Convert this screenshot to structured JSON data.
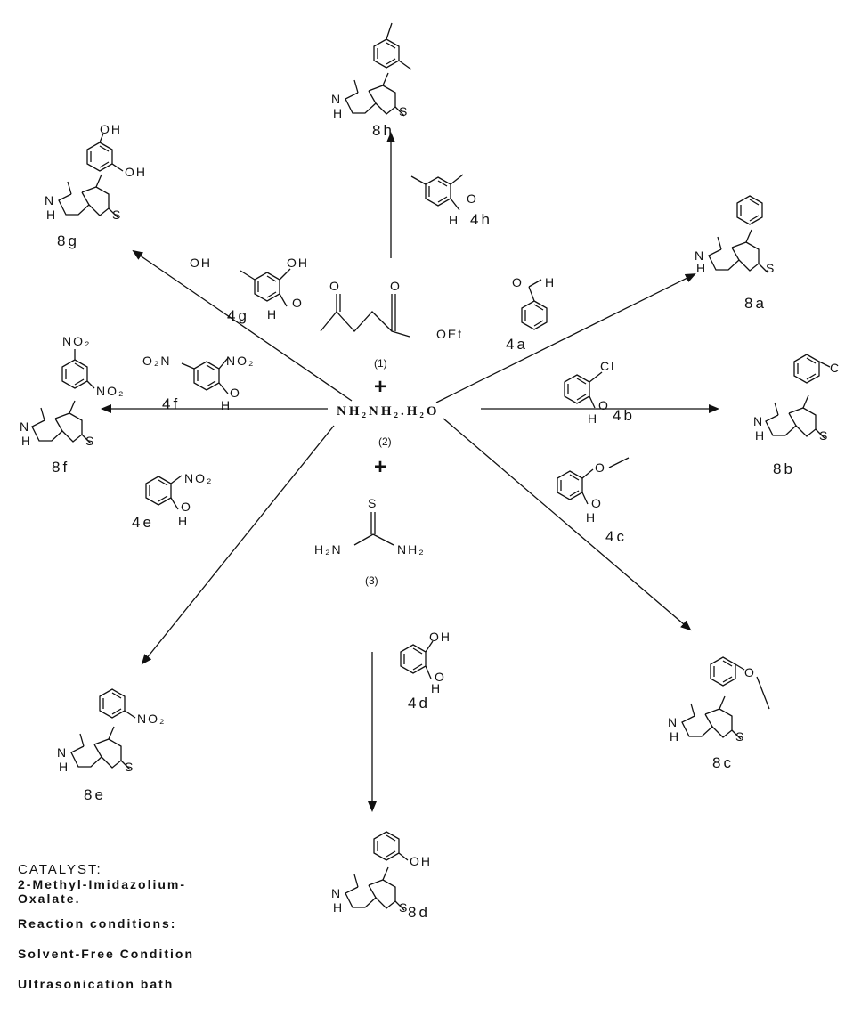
{
  "center": {
    "reagent1_label": "(1)",
    "plus1": "+",
    "hydrazine": "NH₂NH₂.H₂O",
    "reagent2_label": "(2)",
    "plus2": "+",
    "reagent3_label": "(3)",
    "ester_o": "O",
    "ester_o2": "O",
    "ester_oet": "OEt",
    "thiourea_s": "S",
    "thiourea_nh2_left": "H₂N",
    "thiourea_nh2_right": "NH₂"
  },
  "aldehydes": {
    "a": "4a",
    "b": "4b",
    "c": "4c",
    "d": "4d",
    "e": "4e",
    "f": "4f",
    "g": "4g",
    "h": "4h"
  },
  "products": {
    "a": "8a",
    "b": "8b",
    "c": "8c",
    "d": "8d",
    "e": "8e",
    "f": "8f",
    "g": "8g",
    "h": "8h"
  },
  "substituents": {
    "cl": "Cl",
    "methoxy_o": "O",
    "hydroxy": "OH",
    "nitro": "NO₂",
    "nitro_left": "O₂N",
    "c_trunc": "C"
  },
  "ring_atoms": {
    "n": "N",
    "h": "H",
    "s": "S",
    "o": "O"
  },
  "notes": {
    "catalyst_heading": "CATALYST:",
    "catalyst_name_1": "2-Methyl-Imidazolium-",
    "catalyst_name_2": "Oxalate.",
    "conditions_heading": "Reaction conditions:",
    "condition_1": "Solvent-Free Condition",
    "condition_2": "Ultrasonication bath"
  }
}
